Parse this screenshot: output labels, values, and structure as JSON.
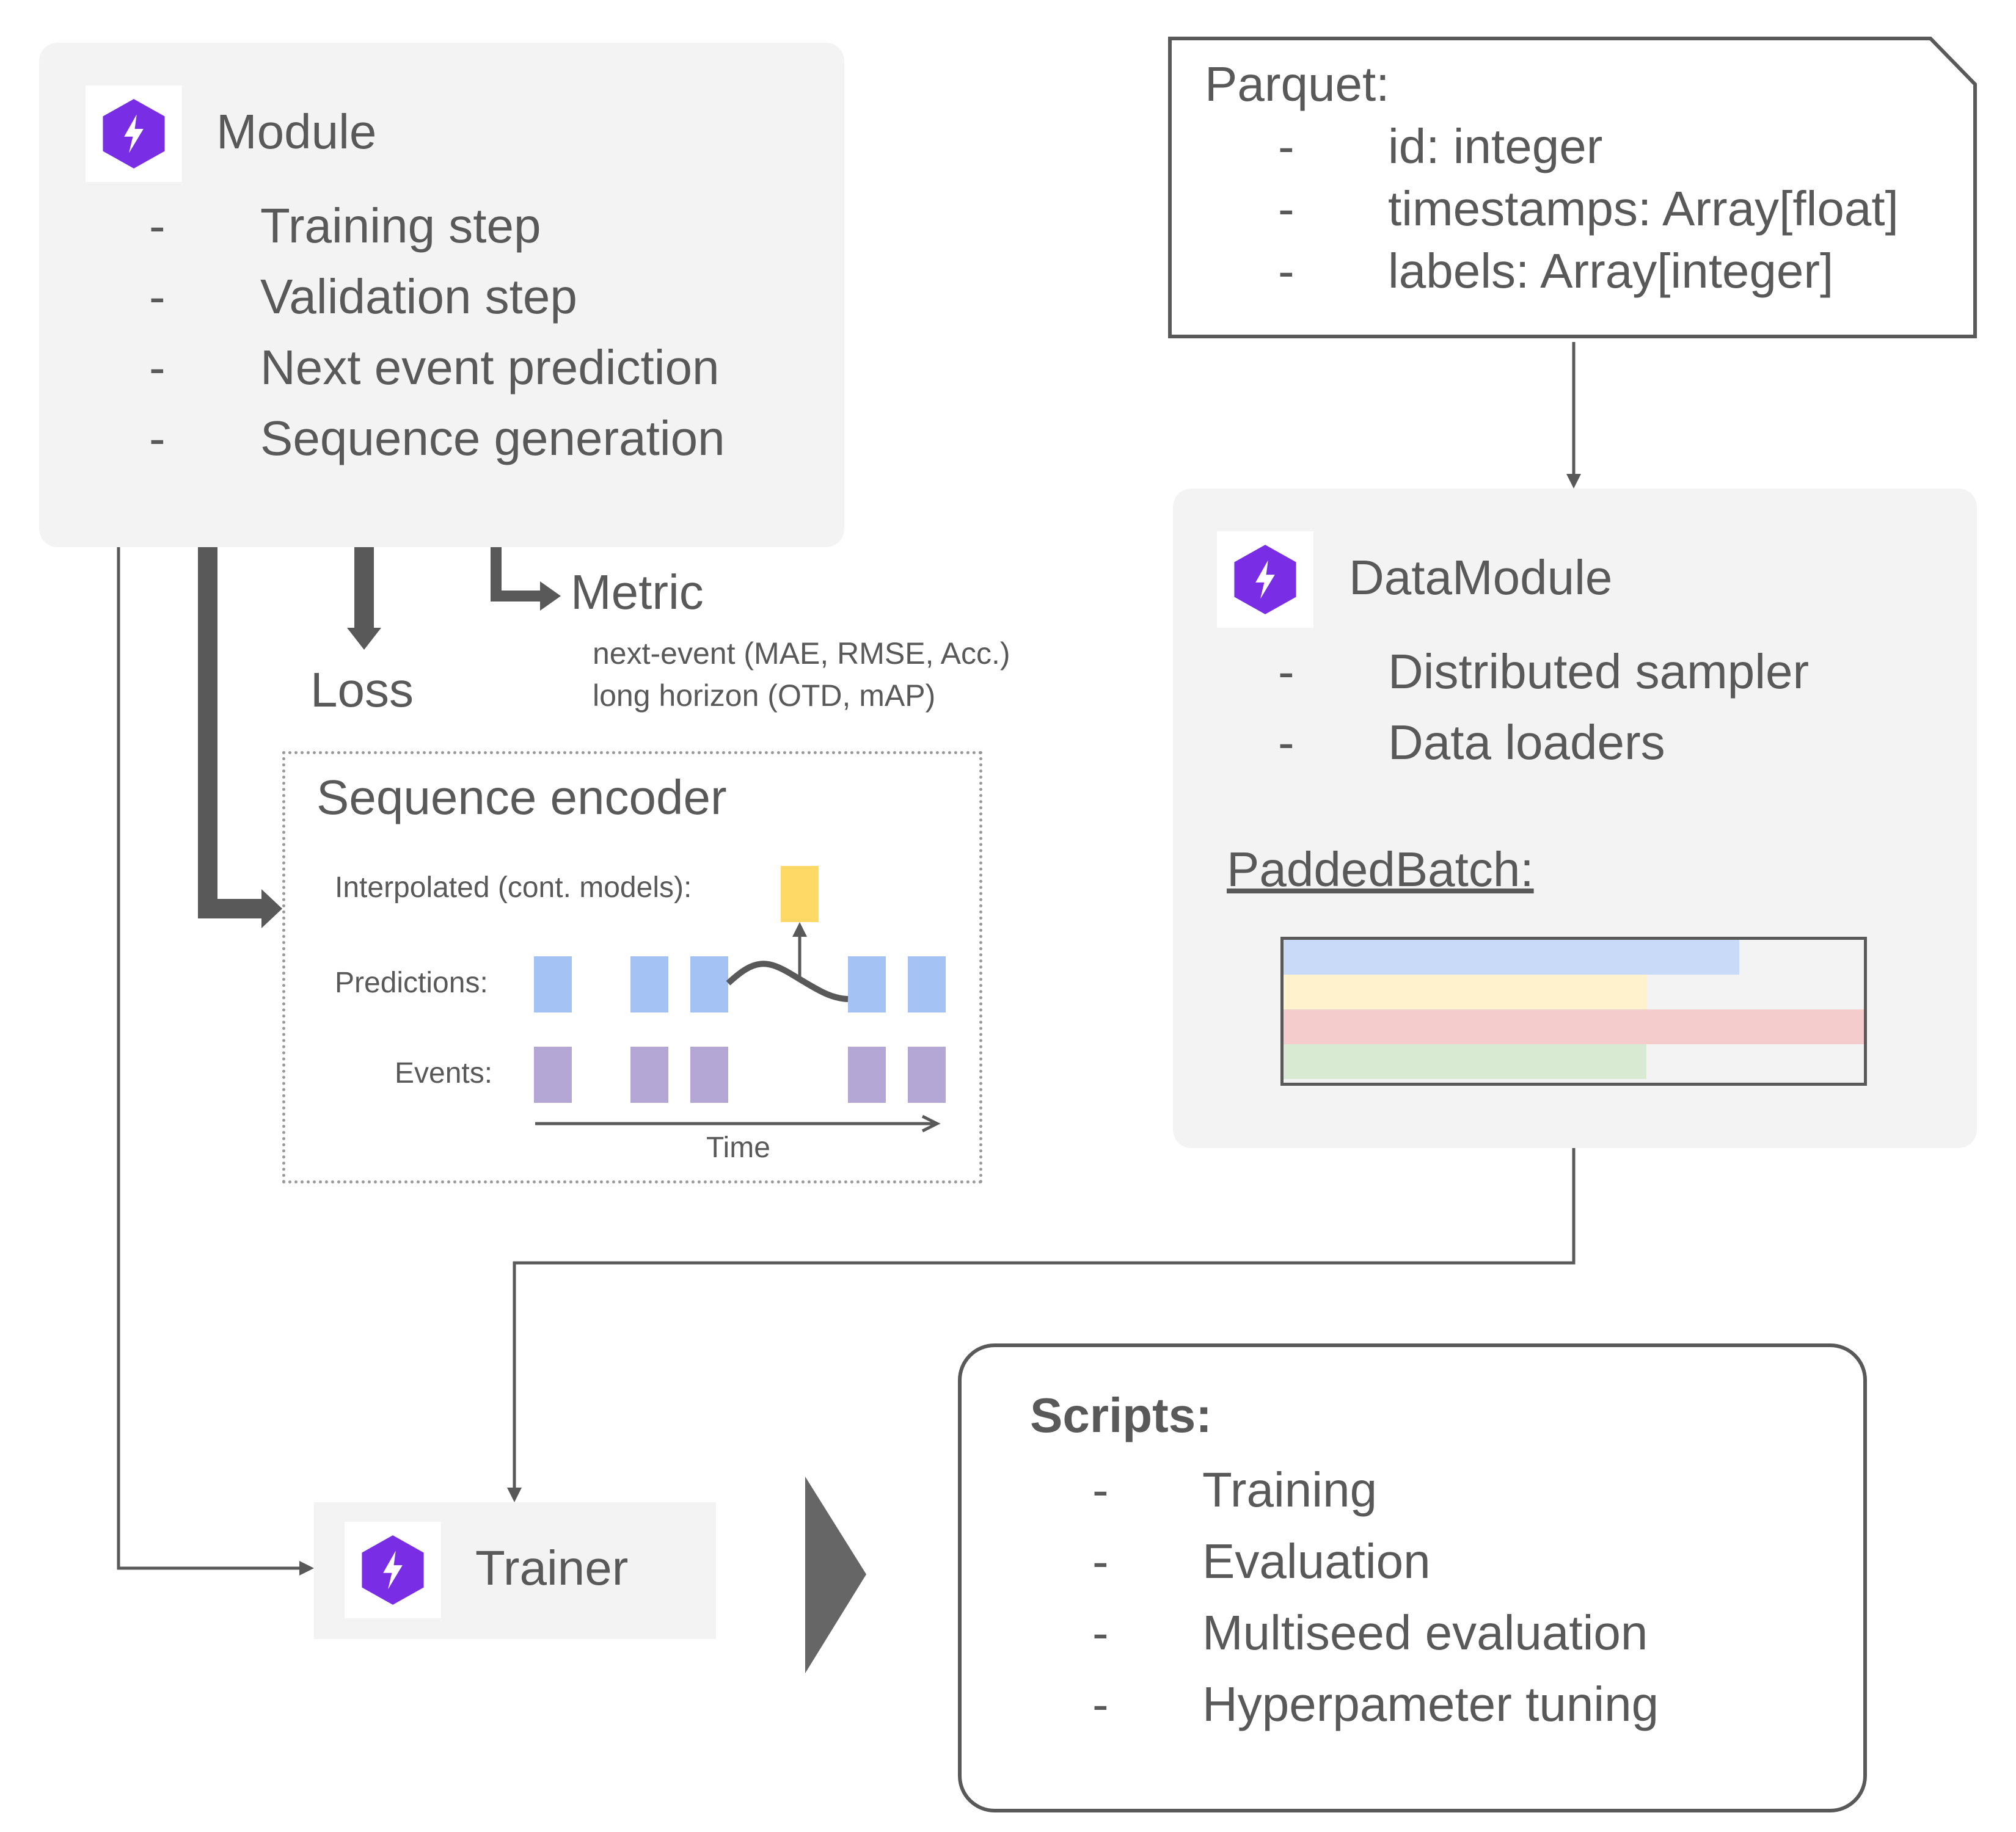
{
  "module": {
    "title": "Module",
    "items": [
      "Training step",
      "Validation step",
      "Next event prediction",
      "Sequence generation"
    ]
  },
  "parquet": {
    "title": "Parquet:",
    "fields": [
      "id: integer",
      "timestamps: Array[float]",
      "labels: Array[integer]"
    ]
  },
  "datamodule": {
    "title": "DataModule",
    "items": [
      "Distributed sampler",
      "Data loaders"
    ],
    "batch_label": "PaddedBatch:",
    "batch_rows": [
      {
        "color": "#c9daf8",
        "fill": 0.785
      },
      {
        "color": "#fff2cc",
        "fill": 0.625
      },
      {
        "color": "#f4cccc",
        "fill": 1.0
      },
      {
        "color": "#d9ead3",
        "fill": 0.625
      }
    ]
  },
  "outputs": {
    "loss": "Loss",
    "metric": "Metric",
    "metric_line1": "next-event (MAE, RMSE,  Acc.)",
    "metric_line2": "long horizon (OTD, mAP)"
  },
  "encoder": {
    "title": "Sequence encoder",
    "interpolated_label": "Interpolated (cont. models):",
    "predictions_label": "Predictions:",
    "events_label": "Events:",
    "time_label": "Time",
    "colors": {
      "interpolated": "#ffd966",
      "prediction": "#a4c2f4",
      "event": "#b4a7d6"
    }
  },
  "trainer": {
    "title": "Trainer"
  },
  "scripts": {
    "title": "Scripts:",
    "items": [
      "Training",
      "Evaluation",
      "Multiseed evaluation",
      "Hyperpameter tuning"
    ]
  },
  "colors": {
    "lightning_purple": "#792ee5",
    "panel_bg": "#f3f3f3",
    "text": "#595959",
    "arrow": "#595959"
  }
}
